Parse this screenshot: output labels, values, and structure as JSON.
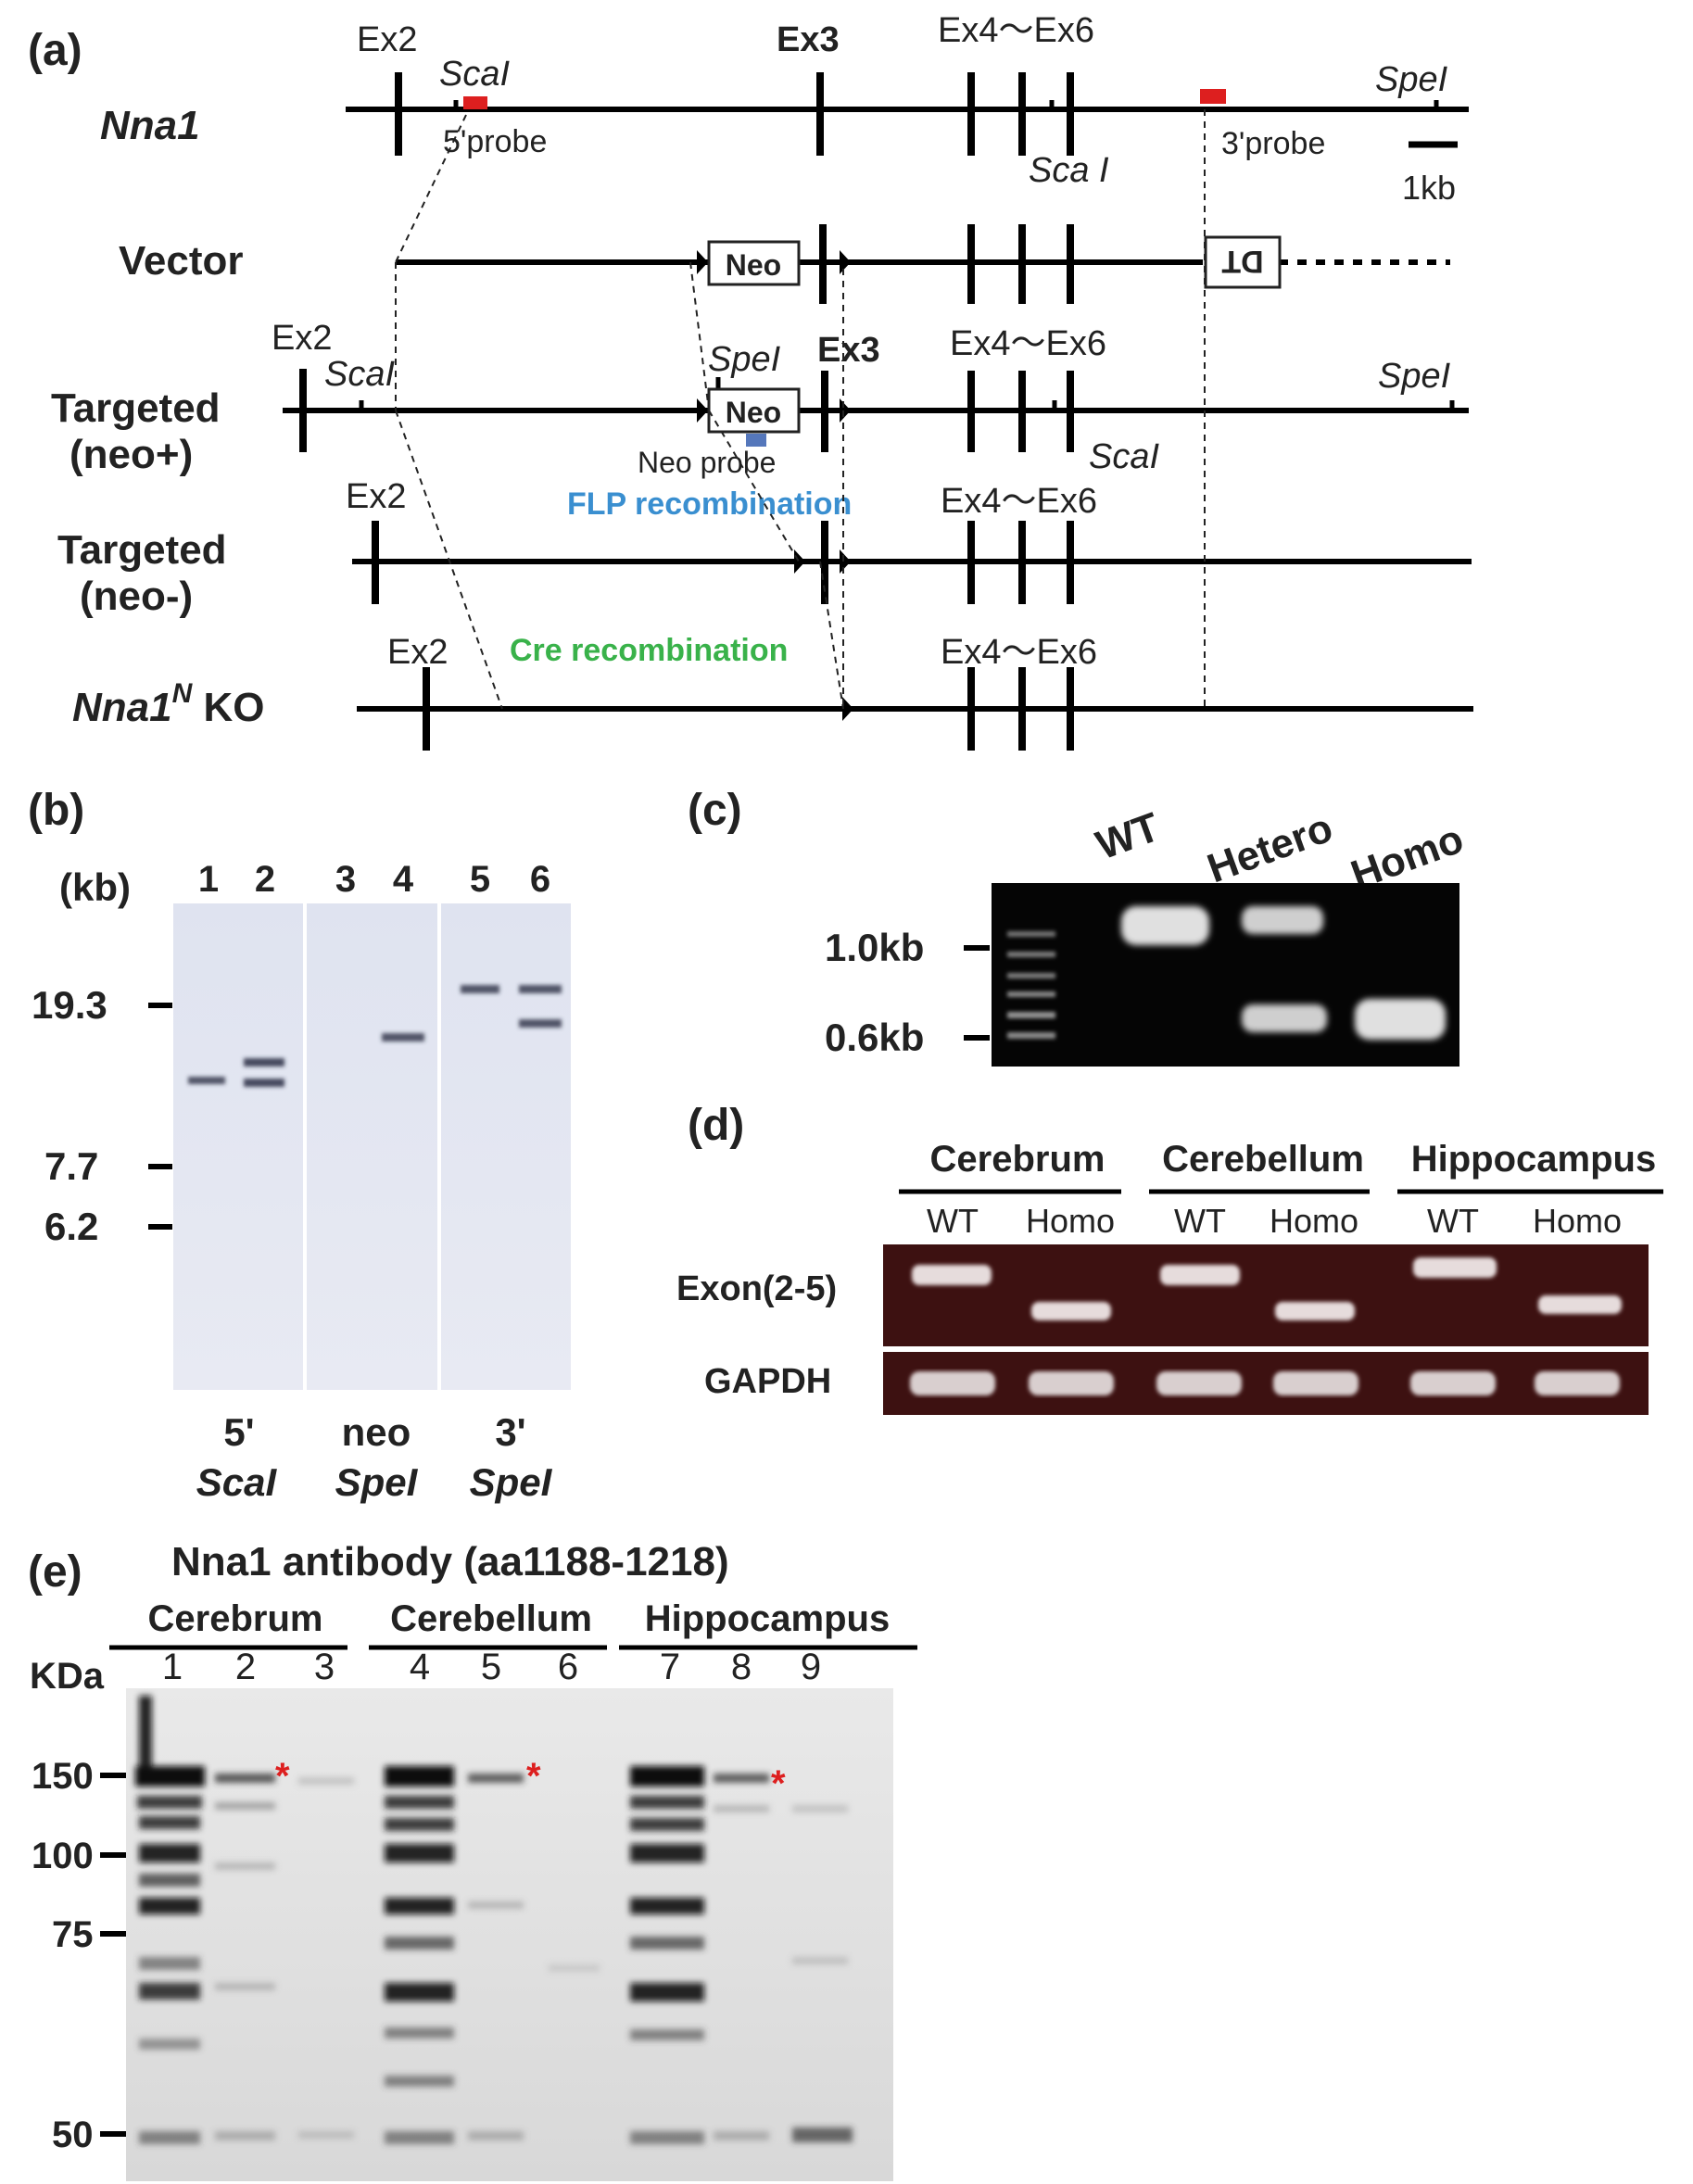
{
  "panel_a": {
    "label": "(a)",
    "rows": {
      "nna1": "Nna1",
      "vector": "Vector",
      "targeted_pos_1": "Targeted",
      "targeted_pos_2": "(neo+)",
      "targeted_neg_1": "Targeted",
      "targeted_neg_2": "(neo-)",
      "ko_main": "Nna1",
      "ko_sup": "N",
      "ko_suffix": " KO"
    },
    "exons": {
      "ex2": "Ex2",
      "ex3": "Ex3",
      "ex4_6": "Ex4～Ex6"
    },
    "sites": {
      "scai": "ScaI",
      "scai_spaced": "Sca I",
      "spei": "SpeI"
    },
    "probes": {
      "p5": "5'probe",
      "p3": "3'probe",
      "neo": "Neo probe"
    },
    "boxes": {
      "neo": "Neo",
      "dt": "DT"
    },
    "scale": "1kb",
    "flp": "FLP recombination",
    "cre": "Cre recombination",
    "colors": {
      "probe_red": "#dd1f1f",
      "probe_blue": "#5577bb",
      "flp": "#3a8fd0",
      "cre": "#39b24a"
    }
  },
  "panel_b": {
    "label": "(b)",
    "unit": "(kb)",
    "lanes": [
      "1",
      "2",
      "3",
      "4",
      "5",
      "6"
    ],
    "markers": [
      "19.3",
      "7.7",
      "6.2"
    ],
    "groups": [
      {
        "probe": "5'",
        "enzyme": "ScaI"
      },
      {
        "probe": "neo",
        "enzyme": "SpeI"
      },
      {
        "probe": "3'",
        "enzyme": "SpeI"
      }
    ]
  },
  "panel_c": {
    "label": "(c)",
    "lanes": [
      "WT",
      "Hetero",
      "Homo"
    ],
    "markers": [
      "1.0kb",
      "0.6kb"
    ]
  },
  "panel_d": {
    "label": "(d)",
    "tissues": [
      "Cerebrum",
      "Cerebellum",
      "Hippocampus"
    ],
    "genotypes": [
      "WT",
      "Homo",
      "WT",
      "Homo",
      "WT",
      "Homo"
    ],
    "rows": [
      "Exon(2-5)",
      "GAPDH"
    ]
  },
  "panel_e": {
    "label": "(e)",
    "title": "Nna1 antibody (aa1188-1218)",
    "tissues": [
      "Cerebrum",
      "Cerebellum",
      "Hippocampus"
    ],
    "unit": "KDa",
    "lanes": [
      "1",
      "2",
      "3",
      "4",
      "5",
      "6",
      "7",
      "8",
      "9"
    ],
    "markers": [
      "150",
      "100",
      "75",
      "50"
    ],
    "asterisk": "*"
  }
}
